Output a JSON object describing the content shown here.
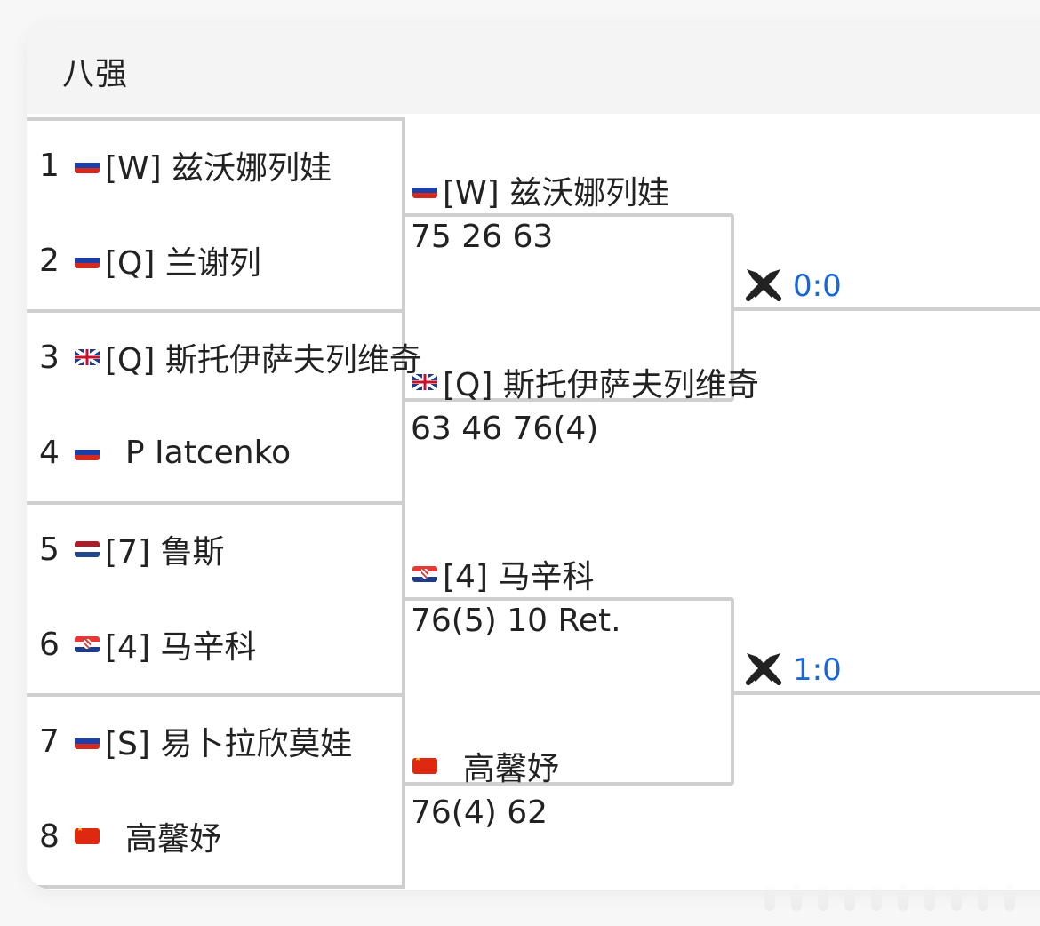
{
  "header": {
    "title": "八强"
  },
  "round1": {
    "players": [
      {
        "num": "1",
        "flag": "rus",
        "name": "[W] 兹沃娜列娃"
      },
      {
        "num": "2",
        "flag": "rus",
        "name": "[Q] 兰谢列"
      },
      {
        "num": "3",
        "flag": "gbr",
        "name": "[Q] 斯托伊萨夫列维奇"
      },
      {
        "num": "4",
        "flag": "rus",
        "name": "  P Iatcenko"
      },
      {
        "num": "5",
        "flag": "ned",
        "name": "[7] 鲁斯"
      },
      {
        "num": "6",
        "flag": "cro",
        "name": "[4] 马辛科"
      },
      {
        "num": "7",
        "flag": "rus",
        "name": "[S] 易卜拉欣莫娃"
      },
      {
        "num": "8",
        "flag": "chn",
        "name": "  高馨妤"
      }
    ]
  },
  "round2": {
    "matches": [
      {
        "top": {
          "flag": "rus",
          "name": "[W] 兹沃娜列娃",
          "score": "75 26 63"
        },
        "bottom": {
          "flag": "gbr",
          "name": "[Q] 斯托伊萨夫列维奇",
          "score": "63 46 76(4)"
        },
        "h2h": {
          "icon": "crossed-swords-icon",
          "value": "0:0"
        }
      },
      {
        "top": {
          "flag": "cro",
          "name": "[4] 马辛科",
          "score": "76(5) 10 Ret."
        },
        "bottom": {
          "flag": "chn",
          "name": "  高馨妤",
          "score": "76(4) 62"
        },
        "h2h": {
          "icon": "crossed-swords-icon",
          "value": "1:0"
        }
      }
    ]
  },
  "colors": {
    "h2h_link": "#1a66d6",
    "bracket_line": "#cfcfcf",
    "header_bg": "#f4f4f4"
  }
}
